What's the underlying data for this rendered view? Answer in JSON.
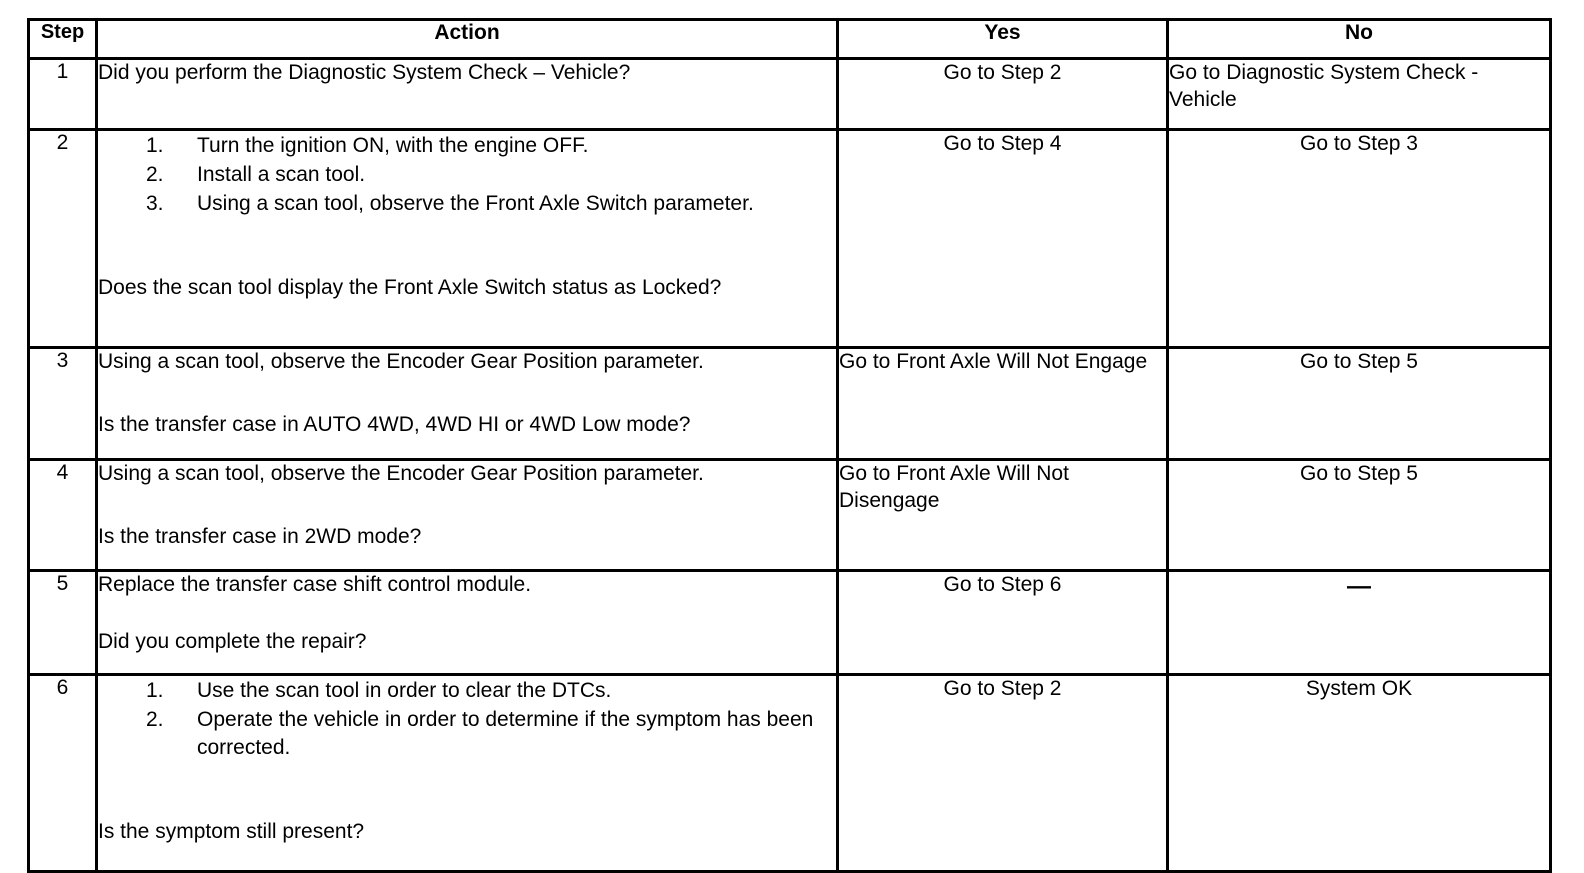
{
  "document": {
    "type": "diagnostic-procedure-table",
    "columns": [
      "Step",
      "Action",
      "Yes",
      "No"
    ]
  },
  "header": {
    "step": "Step",
    "action": "Action",
    "yes": "Yes",
    "no": "No"
  },
  "rows": [
    {
      "step": "1",
      "action": {
        "lead": "",
        "list": [],
        "tail": "Did you perform the Diagnostic System Check – Vehicle?"
      },
      "yes": "Go to Step 2",
      "no": "Go to Diagnostic System Check - Vehicle"
    },
    {
      "step": "2",
      "action": {
        "lead": "",
        "list": [
          {
            "num": "1.",
            "text": "Turn the ignition ON, with the engine OFF."
          },
          {
            "num": "2.",
            "text": "Install a scan tool."
          },
          {
            "num": "3.",
            "text": "Using a scan tool, observe the Front Axle Switch parameter."
          }
        ],
        "tail": "Does the scan tool display the Front Axle Switch status as Locked?"
      },
      "yes": "Go to Step 4",
      "no": "Go to Step 3"
    },
    {
      "step": "3",
      "action": {
        "lead": "Using a scan tool, observe the Encoder Gear Position parameter.",
        "list": [],
        "tail": "Is the transfer case in AUTO 4WD, 4WD HI or 4WD Low mode?"
      },
      "yes": "Go to Front Axle Will Not Engage",
      "no": "Go to Step 5"
    },
    {
      "step": "4",
      "action": {
        "lead": "Using a scan tool, observe the Encoder Gear Position parameter.",
        "list": [],
        "tail": "Is the transfer case in 2WD mode?"
      },
      "yes": "Go to Front Axle Will Not Disengage",
      "no": "Go to Step 5"
    },
    {
      "step": "5",
      "action": {
        "lead": "Replace the transfer case shift control module.",
        "list": [],
        "tail": "Did you complete the repair?"
      },
      "yes": "Go to Step 6",
      "no": "—"
    },
    {
      "step": "6",
      "action": {
        "lead": "",
        "list": [
          {
            "num": "1.",
            "text": "Use the scan tool in order to clear the DTCs."
          },
          {
            "num": "2.",
            "text": "Operate the vehicle in order to determine if the symptom has been corrected."
          }
        ],
        "tail": "Is the symptom still present?"
      },
      "yes": "Go to Step 2",
      "no": "System OK"
    }
  ],
  "colors": {
    "border": "#000000",
    "text": "#000000",
    "background": "#ffffff"
  }
}
